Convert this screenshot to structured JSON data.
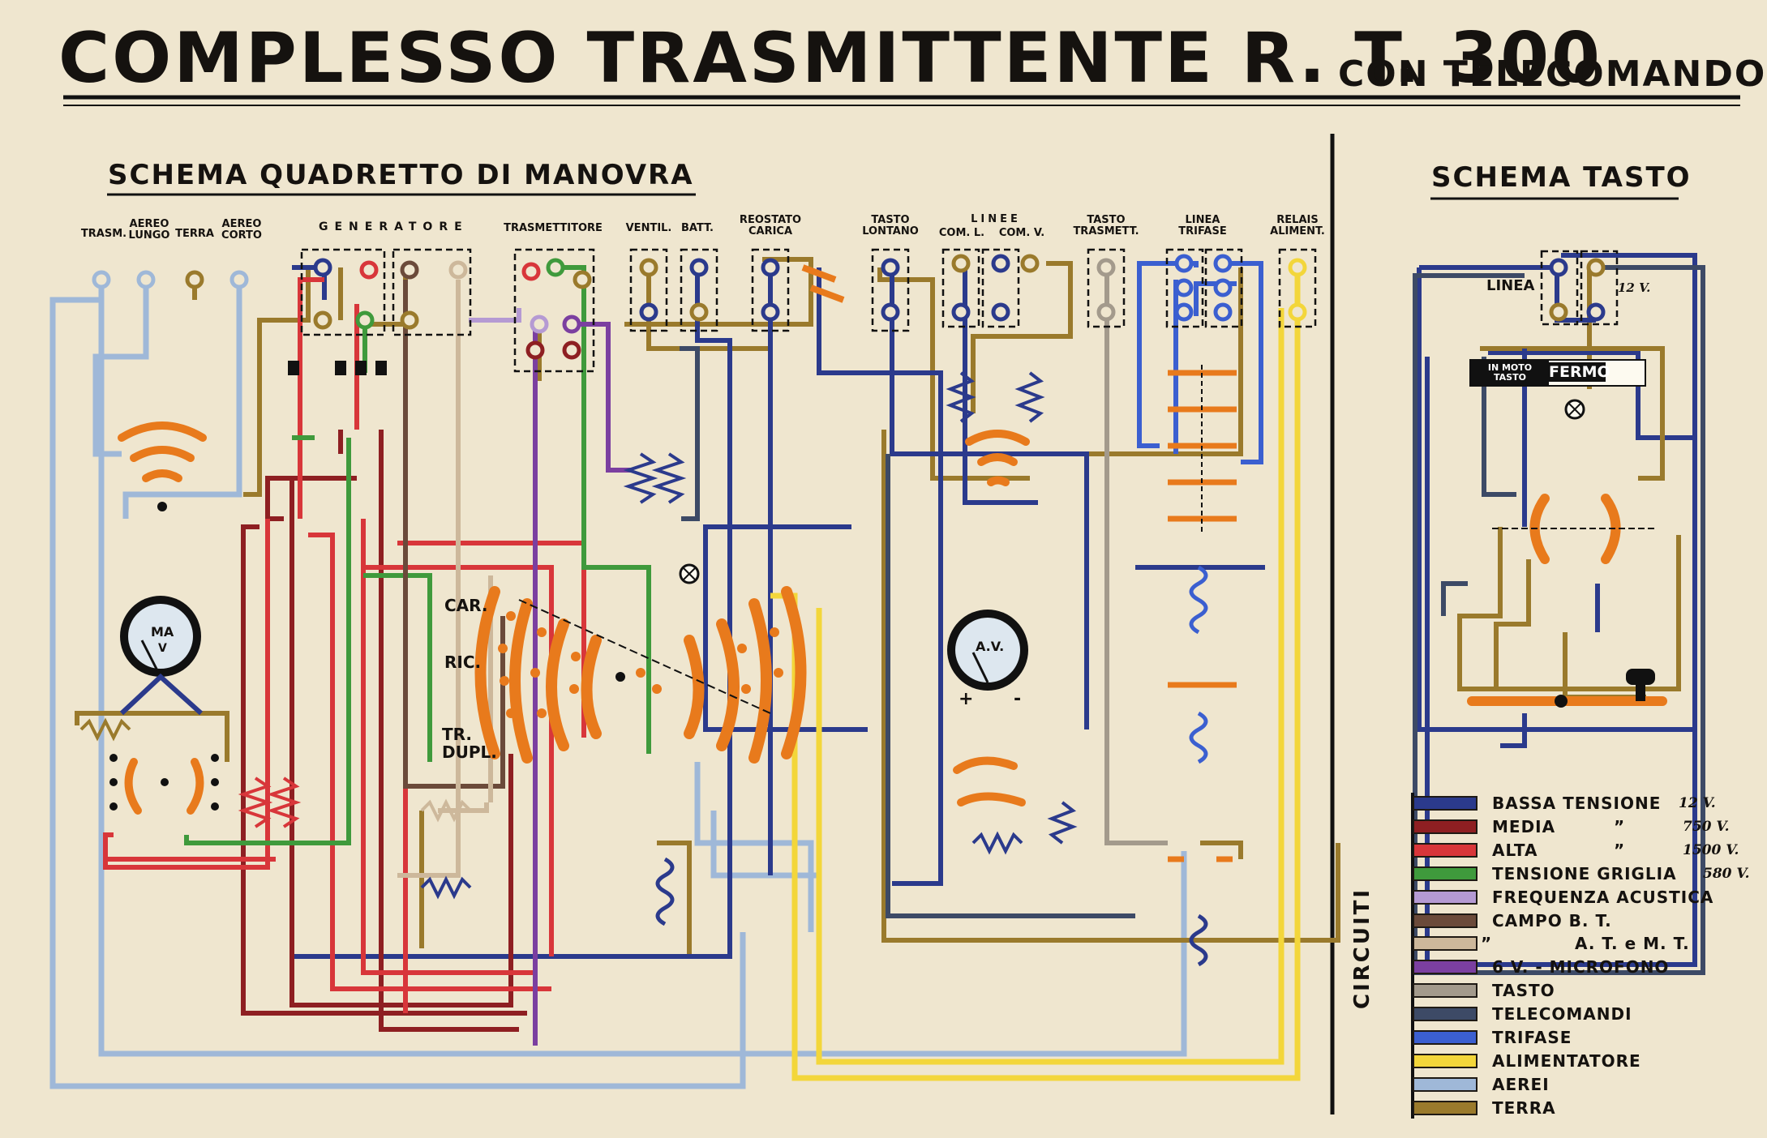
{
  "title": {
    "main": "COMPLESSO  TRASMITTENTE  R. T.  300",
    "sub": "CON  TELECOMANDO"
  },
  "sections": {
    "quadretto": "SCHEMA  QUADRETTO  DI  MANOVRA",
    "tasto": "SCHEMA  TASTO"
  },
  "terminals": {
    "trasm": "TRASM.",
    "aereo_lungo": "AEREO\nLUNGO",
    "terra": "TERRA",
    "aereo_corto": "AEREO\nCORTO",
    "generatore": "GENERATORE",
    "trasmettitore": "TRASMETTITORE",
    "ventil": "VENTIL.",
    "batt": "BATT.",
    "reostato": "REOSTATO\nCARICA",
    "tasto_lontano": "TASTO\nLONTANO",
    "linee": "LINEE",
    "com_l": "COM. L.",
    "com_v": "COM. V.",
    "tasto_trasmett": "TASTO\nTRASMETT.",
    "linea_trifase": "LINEA\nTRIFASE",
    "relais": "RELAIS\nALIMENT."
  },
  "switch_labels": {
    "car": "CAR.",
    "ric": "RIC.",
    "tr_dupl": "TR.\nDUPL."
  },
  "meters": {
    "ma_top": "MA",
    "ma_bottom": "V",
    "av": "A.V.",
    "plus": "+",
    "minus": "-"
  },
  "tasto_schema": {
    "linea": "LINEA",
    "volt": "12 V.",
    "in_moto": "IN MOTO\nTASTO",
    "fermo": "FERMO"
  },
  "legend": {
    "circuiti": "CIRCUITI",
    "items": [
      {
        "name": "BASSA TENSIONE",
        "mark": "",
        "value": "12 V.",
        "color": "#2b3a8c"
      },
      {
        "name": "MEDIA",
        "mark": "”",
        "value": "750 V.",
        "color": "#8e1f22"
      },
      {
        "name": "ALTA",
        "mark": "”",
        "value": "1500 V.",
        "color": "#d8363a"
      },
      {
        "name": "TENSIONE GRIGLIA",
        "mark": "",
        "value": "580 V.",
        "color": "#3f9a3c"
      },
      {
        "name": "FREQUENZA ACUSTICA",
        "mark": "",
        "value": "",
        "color": "#b59ad3"
      },
      {
        "name": "CAMPO B. T.",
        "mark": "",
        "value": "",
        "color": "#6b4a3a"
      },
      {
        "name": "A. T. e M. T.",
        "mark": "”",
        "value": "",
        "color": "#cdb89b"
      },
      {
        "name": "6 V. - MICROFONO",
        "mark": "",
        "value": "",
        "color": "#7b3fa0"
      },
      {
        "name": "TASTO",
        "mark": "",
        "value": "",
        "color": "#a39a8c"
      },
      {
        "name": "TELECOMANDI",
        "mark": "",
        "value": "",
        "color": "#3d4a66"
      },
      {
        "name": "TRIFASE",
        "mark": "",
        "value": "",
        "color": "#3b5fd0"
      },
      {
        "name": "ALIMENTATORE",
        "mark": "",
        "value": "",
        "color": "#f3d63a"
      },
      {
        "name": "AEREI",
        "mark": "",
        "value": "",
        "color": "#9fb8d8"
      },
      {
        "name": "TERRA",
        "mark": "",
        "value": "",
        "color": "#9a7a2c"
      }
    ]
  },
  "colors": {
    "background": "#efe6cf",
    "switch": "#e87a1c",
    "bassa": "#2b3a8c",
    "media": "#8e1f22",
    "alta": "#d8363a",
    "griglia": "#3f9a3c",
    "freq": "#b59ad3",
    "campo": "#6b4a3a",
    "atmt": "#cdb89b",
    "micro": "#7b3fa0",
    "tasto": "#a39a8c",
    "telecom": "#3d4a66",
    "trifase": "#3b5fd0",
    "aliment": "#f3d63a",
    "aerei": "#9fb8d8",
    "terra": "#9a7a2c"
  }
}
